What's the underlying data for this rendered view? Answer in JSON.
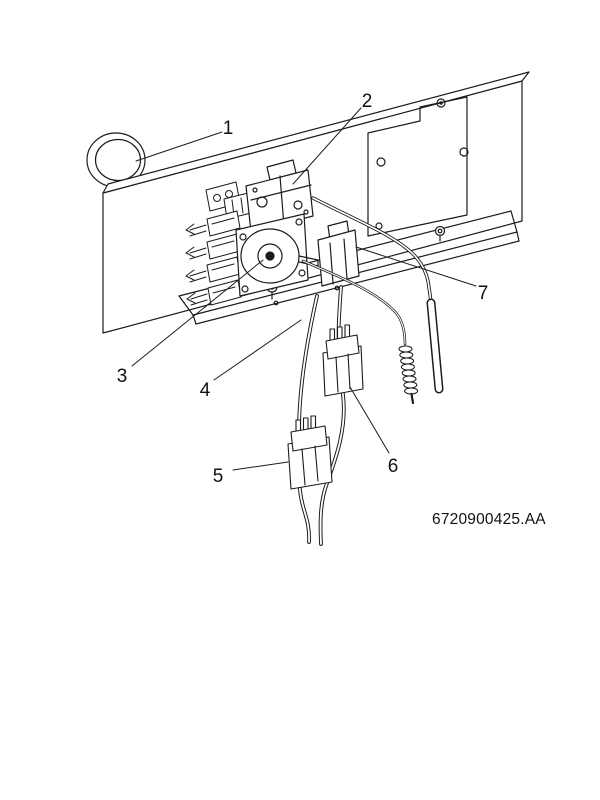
{
  "figure": {
    "part_number": "6720900425.AA",
    "callouts": [
      {
        "number": "1"
      },
      {
        "number": "2"
      },
      {
        "number": "3"
      },
      {
        "number": "4"
      },
      {
        "number": "5"
      },
      {
        "number": "6"
      },
      {
        "number": "7"
      }
    ]
  }
}
